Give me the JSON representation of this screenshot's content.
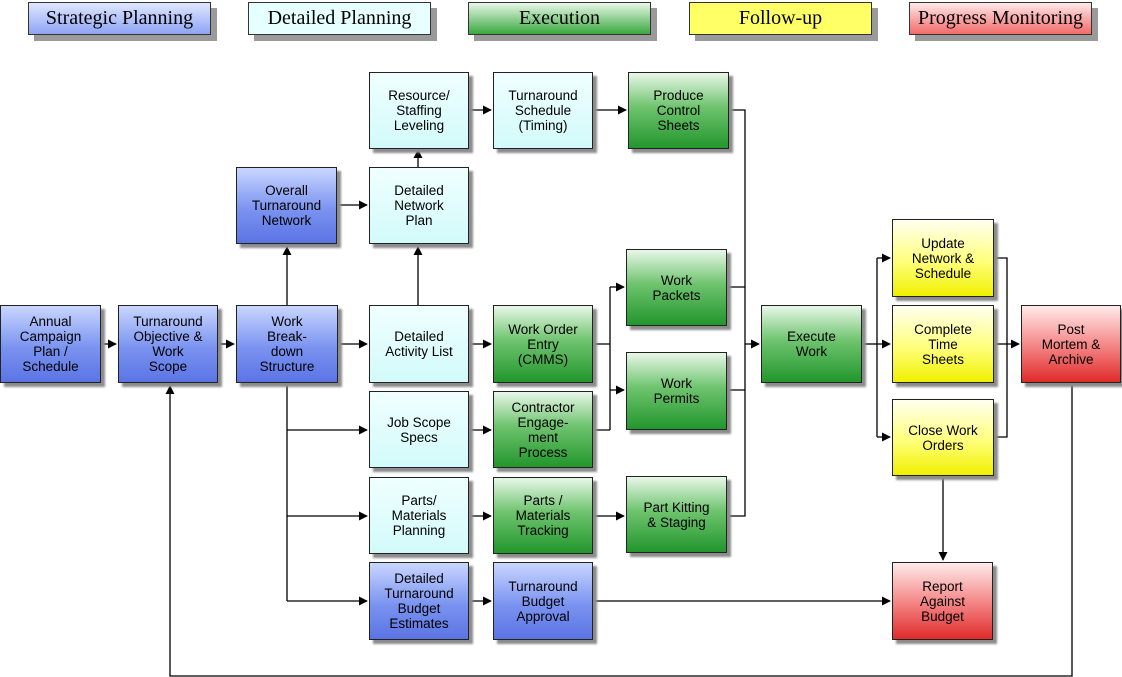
{
  "legend": {
    "strategic_planning": "Strategic  Planning",
    "detailed_planning": "Detailed Planning",
    "execution": "Execution",
    "follow_up": "Follow-up",
    "progress_monitoring": "Progress  Monitoring"
  },
  "colors": {
    "strategic_planning": "#5b74e4",
    "detailed_planning": "#d2fafa",
    "execution": "#22962c",
    "follow_up": "#ffff33",
    "progress_monitoring": "#e02a2a"
  },
  "nodes": {
    "annual_campaign": "Annual\nCampaign\nPlan /\nSchedule",
    "turnaround_objective": "Turnaround\nObjective &\nWork\nScope",
    "work_breakdown": "Work\nBreak-\ndown\nStructure",
    "overall_network": "Overall\nTurnaround\nNetwork",
    "detailed_network_plan": "Detailed\nNetwork\nPlan",
    "resource_leveling": "Resource/\nStaffing\nLeveling",
    "turnaround_schedule": "Turnaround\nSchedule\n(Timing)",
    "produce_control_sheets": "Produce\nControl\nSheets",
    "detailed_activity_list": "Detailed\nActivity List",
    "work_order_entry": "Work Order\nEntry\n(CMMS)",
    "work_packets": "Work\nPackets",
    "work_permits": "Work\nPermits",
    "job_scope_specs": "Job Scope\nSpecs",
    "contractor_engagement": "Contractor\nEngage-\nment\nProcess",
    "parts_planning": "Parts/\nMaterials\nPlanning",
    "parts_tracking": "Parts /\nMaterials\nTracking",
    "part_kitting": "Part Kitting\n& Staging",
    "budget_estimates": "Detailed\nTurnaround\nBudget\nEstimates",
    "budget_approval": "Turnaround\nBudget\nApproval",
    "execute_work": "Execute\nWork",
    "update_network": "Update\nNetwork &\nSchedule",
    "complete_time_sheets": "Complete\nTime\nSheets",
    "close_work_orders": "Close  Work\nOrders",
    "report_against_budget": "Report\nAgainst\nBudget",
    "post_mortem": "Post\nMortem &\nArchive"
  }
}
